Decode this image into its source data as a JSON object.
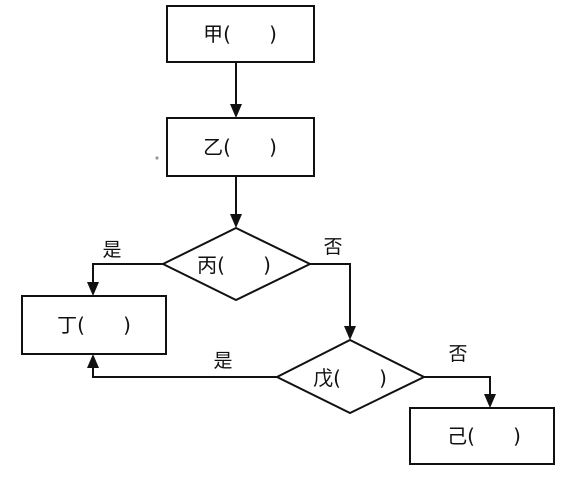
{
  "nodes": {
    "jia": {
      "label": "甲(      )",
      "shape": "process"
    },
    "yi": {
      "label": "乙(      )",
      "shape": "process"
    },
    "bing": {
      "label": "丙(      )",
      "shape": "decision"
    },
    "ding": {
      "label": "丁(      )",
      "shape": "process"
    },
    "wu": {
      "label": "戊(      )",
      "shape": "decision"
    },
    "ji": {
      "label": "己(      )",
      "shape": "process"
    }
  },
  "edges": {
    "bing_yes": "是",
    "bing_no": "否",
    "wu_yes": "是",
    "wu_no": "否"
  },
  "colors": {
    "line": "#111111",
    "background": "#ffffff"
  }
}
